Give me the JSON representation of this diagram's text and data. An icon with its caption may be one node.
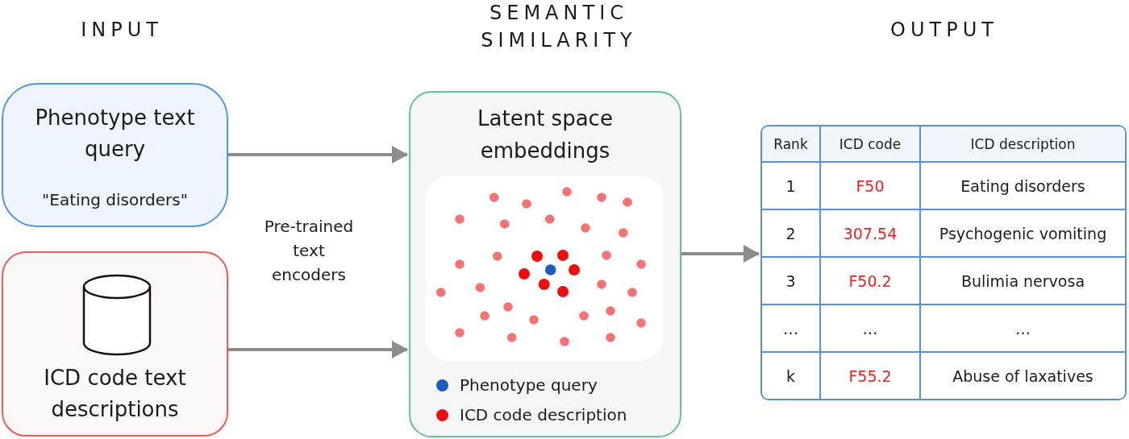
{
  "diagram": {
    "nodes": [
      {
        "text": [
          "Phenotype text query",
          "\"Eating disorders\""
        ]
      },
      {
        "text": [
          "ICD code text descriptions"
        ]
      },
      {
        "text": [
          "Latent space embeddings"
        ]
      },
      {
        "text": [
          "Rank",
          "ICD code",
          "ICD description",
          "1",
          "F50",
          "Eating disorders",
          "2",
          "307.54",
          "Psychogenic vomiting",
          "3",
          "F50.2",
          "Bulimia nervosa",
          "…",
          "…",
          "…",
          "k",
          "F55.2",
          "Abuse of laxatives"
        ]
      }
    ],
    "edges": [
      {
        "from": 0,
        "to": 2,
        "arrow": "to"
      },
      {
        "from": 1,
        "to": 2,
        "arrow": "to"
      },
      {
        "from": 2,
        "to": 3,
        "arrow": "to"
      }
    ],
    "labels": [
      "INPUT",
      "SEMANTIC SIMILARITY",
      "OUTPUT",
      "Pre-trained text encoders"
    ],
    "legend": [
      {
        "text": "Phenotype query",
        "color": "#1a5cc2"
      },
      {
        "text": "ICD code description",
        "color": "#f20d0d"
      }
    ]
  }
}
